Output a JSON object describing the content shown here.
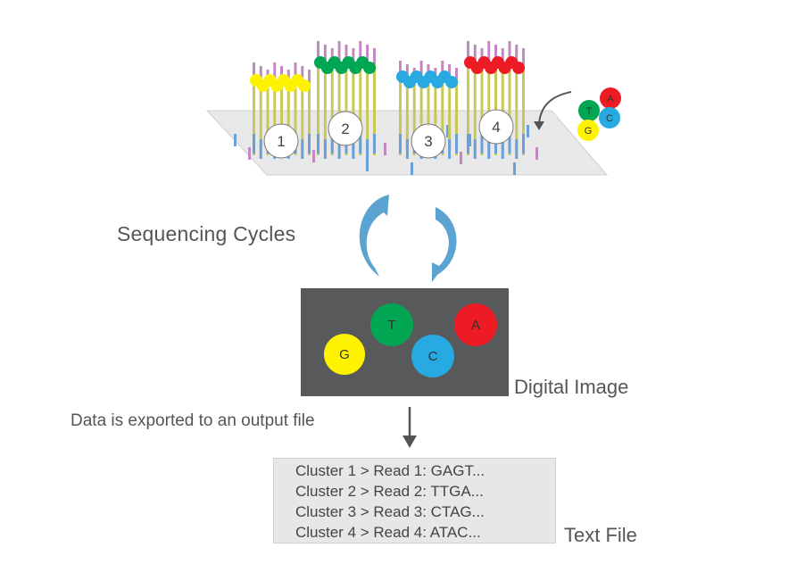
{
  "flowcell": {
    "clusters": [
      {
        "number": "1",
        "color": "#fff200"
      },
      {
        "number": "2",
        "color": "#00a651"
      },
      {
        "number": "3",
        "color": "#27aae1"
      },
      {
        "number": "4",
        "color": "#ed1c24"
      }
    ],
    "nucleotides": [
      {
        "letter": "T",
        "color": "#00a651"
      },
      {
        "letter": "A",
        "color": "#ed1c24"
      },
      {
        "letter": "C",
        "color": "#27aae1"
      },
      {
        "letter": "G",
        "color": "#fff200"
      }
    ]
  },
  "sequencing": {
    "label": "Sequencing Cycles",
    "arrow_color": "#5ba3d0"
  },
  "digital_image": {
    "label": "Digital Image",
    "background": "#58595b",
    "spots": [
      {
        "letter": "G",
        "color": "#fff200"
      },
      {
        "letter": "T",
        "color": "#00a651"
      },
      {
        "letter": "C",
        "color": "#27aae1"
      },
      {
        "letter": "A",
        "color": "#ed1c24"
      }
    ]
  },
  "export": {
    "label": "Data is exported to an output file"
  },
  "text_file": {
    "label": "Text File",
    "lines": [
      "Cluster 1 > Read 1: GAGT...",
      "Cluster 2 > Read 2: TTGA...",
      "Cluster 3 > Read 3: CTAG...",
      "Cluster 4 > Read 4: ATAC..."
    ]
  }
}
